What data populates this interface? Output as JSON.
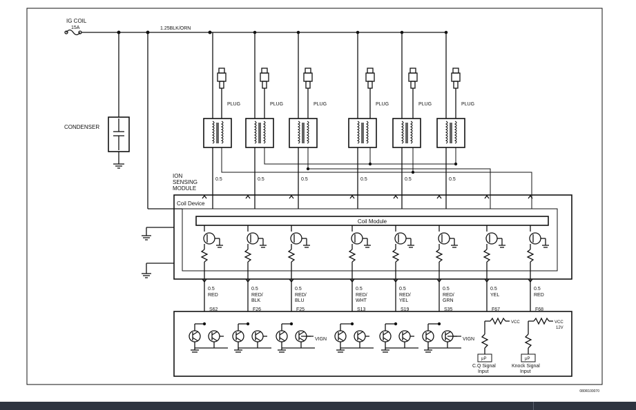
{
  "fuse": {
    "name": "IG COIL",
    "rating": "15A"
  },
  "main_wire": "1.25BLK/ORN",
  "condenser": "CONDENSER",
  "ion_module": {
    "line1": "ION",
    "line2": "SENSING",
    "line3": "MODULE"
  },
  "coil_device": "Coil Device",
  "coil_module": "Coil Module",
  "plug_label": "PLUG",
  "sense_wire": "0.5",
  "channels": [
    {
      "gauge": "0.5",
      "color": [
        "RED"
      ],
      "connector": "S62"
    },
    {
      "gauge": "0.5",
      "color": [
        "RED/",
        "BLK"
      ],
      "connector": "F26"
    },
    {
      "gauge": "0.5",
      "color": [
        "RED/",
        "BLU"
      ],
      "connector": "F25"
    },
    {
      "gauge": "0.5",
      "color": [
        "RED/",
        "WHT"
      ],
      "connector": "S13"
    },
    {
      "gauge": "0.5",
      "color": [
        "RED/",
        "YEL"
      ],
      "connector": "S19"
    },
    {
      "gauge": "0.5",
      "color": [
        "RED/",
        "GRN"
      ],
      "connector": "S35"
    },
    {
      "gauge": "0.5",
      "color": [
        "YEL"
      ],
      "connector": "F67"
    },
    {
      "gauge": "0.5",
      "color": [
        "RED"
      ],
      "connector": "F68"
    }
  ],
  "vign": "VIGN",
  "vcc": "VCC",
  "vcc2": "VCC",
  "vcc2_volt": "12V",
  "mu_label": "μP",
  "cq_input": {
    "line1": "C.Q Signal",
    "line2": "Input"
  },
  "knock_input": {
    "line1": "Knock Signal",
    "line2": "Input"
  },
  "figure_code": "080R100070"
}
